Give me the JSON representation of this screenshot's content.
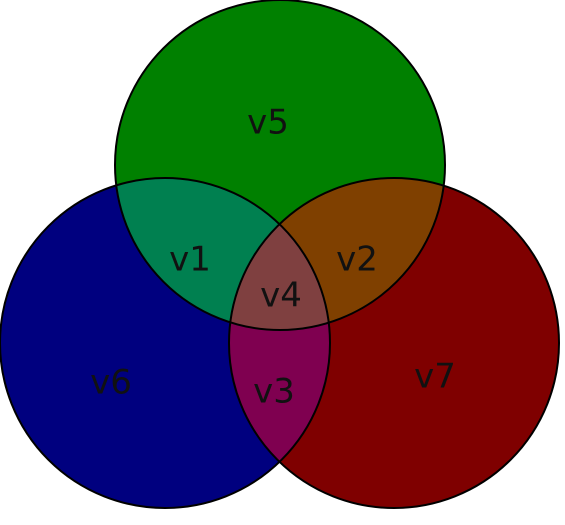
{
  "diagram": {
    "type": "venn-3",
    "sets": [
      {
        "id": "top",
        "color": "#008000"
      },
      {
        "id": "left",
        "color": "#00007f"
      },
      {
        "id": "right",
        "color": "#7f0000"
      }
    ],
    "regions": {
      "top_only": "v5",
      "left_only": "v6",
      "right_only": "v7",
      "top_left": "v1",
      "top_right": "v2",
      "left_right": "v3",
      "center": "v4"
    },
    "colors": {
      "top_only": "#008000",
      "left_only": "#00007f",
      "right_only": "#7f0000",
      "top_left": "#008050",
      "top_right": "#7f4000",
      "left_right": "#7f0050",
      "center": "#7f4040",
      "outline": "#000000"
    }
  }
}
